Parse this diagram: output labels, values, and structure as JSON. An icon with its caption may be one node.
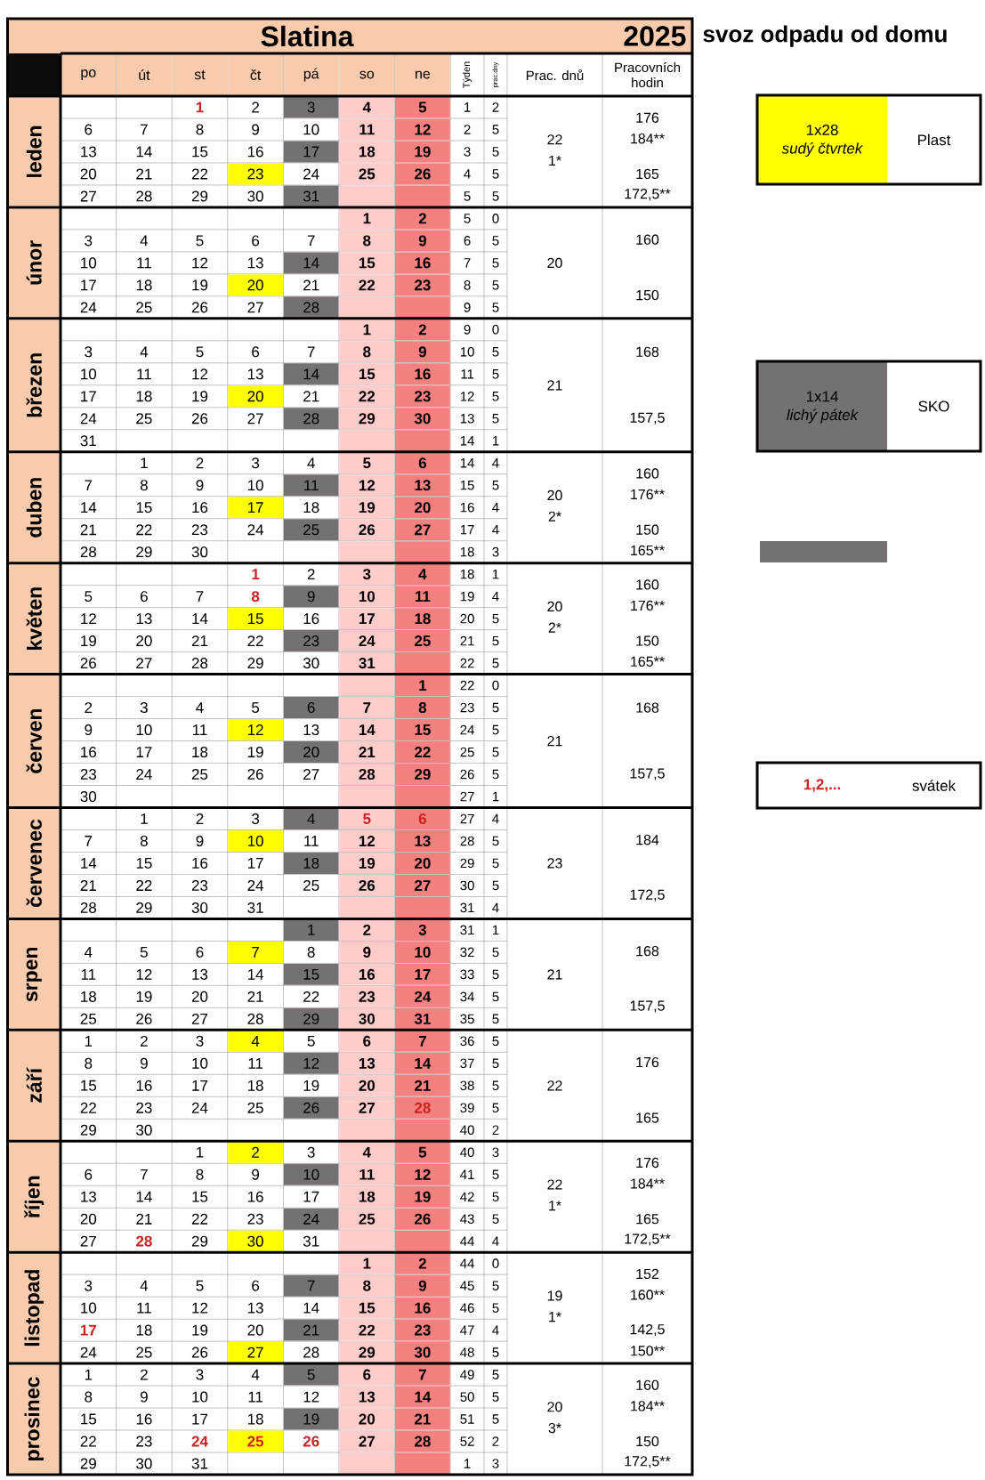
{
  "diagram": {
    "title": "Slatina",
    "labels": [
      "2025",
      "svoz odpadu od domu",
      "po",
      "út",
      "st",
      "čt",
      "pá",
      "so",
      "ne",
      "Týden",
      "prac.dny",
      "Prac. dnů",
      "Pracovních hodin",
      "leden",
      "1",
      "2",
      "3",
      "4",
      "5",
      "1",
      "2",
      "6",
      "7",
      "8",
      "9",
      "10",
      "11",
      "12",
      "2",
      "5",
      "13",
      "14",
      "15",
      "16",
      "17",
      "18",
      "19",
      "3",
      "5",
      "20",
      "21",
      "22",
      "23",
      "24",
      "25",
      "26",
      "4",
      "5",
      "27",
      "28",
      "29",
      "30",
      "31",
      "5",
      "5",
      "22",
      "1*",
      "176",
      "184**",
      "165",
      "172,5**",
      "únor",
      "1",
      "2",
      "5",
      "0",
      "3",
      "4",
      "5",
      "6",
      "7",
      "8",
      "9",
      "6",
      "5",
      "10",
      "11",
      "12",
      "13",
      "14",
      "15",
      "16",
      "7",
      "5",
      "17",
      "18",
      "19",
      "20",
      "21",
      "22",
      "23",
      "8",
      "5",
      "24",
      "25",
      "26",
      "27",
      "28",
      "9",
      "5",
      "20",
      "160",
      "150",
      "březen",
      "1",
      "2",
      "9",
      "0",
      "3",
      "4",
      "5",
      "6",
      "7",
      "8",
      "9",
      "10",
      "5",
      "10",
      "11",
      "12",
      "13",
      "14",
      "15",
      "16",
      "11",
      "5",
      "17",
      "18",
      "19",
      "20",
      "21",
      "22",
      "23",
      "12",
      "5",
      "24",
      "25",
      "26",
      "27",
      "28",
      "29",
      "30",
      "13",
      "5",
      "31",
      "14",
      "1",
      "21",
      "168",
      "157,5",
      "duben",
      "1",
      "2",
      "3",
      "4",
      "5",
      "6",
      "14",
      "4",
      "7",
      "8",
      "9",
      "10",
      "11",
      "12",
      "13",
      "15",
      "5",
      "14",
      "15",
      "16",
      "17",
      "18",
      "19",
      "20",
      "16",
      "4",
      "21",
      "22",
      "23",
      "24",
      "25",
      "26",
      "27",
      "17",
      "4",
      "28",
      "29",
      "30",
      "18",
      "3",
      "20",
      "2*",
      "160",
      "176**",
      "150",
      "165**",
      "květen",
      "1",
      "2",
      "3",
      "4",
      "18",
      "1",
      "5",
      "6",
      "7",
      "8",
      "9",
      "10",
      "11",
      "19",
      "4",
      "12",
      "13",
      "14",
      "15",
      "16",
      "17",
      "18",
      "20",
      "5",
      "19",
      "20",
      "21",
      "22",
      "23",
      "24",
      "25",
      "21",
      "5",
      "26",
      "27",
      "28",
      "29",
      "30",
      "31",
      "22",
      "5",
      "20",
      "2*",
      "160",
      "176**",
      "150",
      "165**",
      "červen",
      "1",
      "22",
      "0",
      "2",
      "3",
      "4",
      "5",
      "6",
      "7",
      "8",
      "23",
      "5",
      "9",
      "10",
      "11",
      "12",
      "13",
      "14",
      "15",
      "24",
      "5",
      "16",
      "17",
      "18",
      "19",
      "20",
      "21",
      "22",
      "25",
      "5",
      "23",
      "24",
      "25",
      "26",
      "27",
      "28",
      "29",
      "26",
      "5",
      "30",
      "27",
      "1",
      "21",
      "168",
      "157,5",
      "červenec",
      "1",
      "2",
      "3",
      "4",
      "5",
      "6",
      "27",
      "4",
      "7",
      "8",
      "9",
      "10",
      "11",
      "12",
      "13",
      "28",
      "5",
      "14",
      "15",
      "16",
      "17",
      "18",
      "19",
      "20",
      "29",
      "5",
      "21",
      "22",
      "23",
      "24",
      "25",
      "26",
      "27",
      "30",
      "5",
      "28",
      "29",
      "30",
      "31",
      "31",
      "4",
      "23",
      "184",
      "172,5",
      "srpen",
      "1",
      "2",
      "3",
      "31",
      "1",
      "4",
      "5",
      "6",
      "7",
      "8",
      "9",
      "10",
      "32",
      "5",
      "11",
      "12",
      "13",
      "14",
      "15",
      "16",
      "17",
      "33",
      "5",
      "18",
      "19",
      "20",
      "21",
      "22",
      "23",
      "24",
      "34",
      "5",
      "25",
      "26",
      "27",
      "28",
      "29",
      "30",
      "31",
      "35",
      "5",
      "21",
      "168",
      "157,5",
      "září",
      "1",
      "2",
      "3",
      "4",
      "5",
      "6",
      "7",
      "36",
      "5",
      "8",
      "9",
      "10",
      "11",
      "12",
      "13",
      "14",
      "37",
      "5",
      "15",
      "16",
      "17",
      "18",
      "19",
      "20",
      "21",
      "38",
      "5",
      "22",
      "23",
      "24",
      "25",
      "26",
      "27",
      "28",
      "39",
      "5",
      "29",
      "30",
      "40",
      "2",
      "22",
      "176",
      "165",
      "říjen",
      "1",
      "2",
      "3",
      "4",
      "5",
      "40",
      "3",
      "6",
      "7",
      "8",
      "9",
      "10",
      "11",
      "12",
      "41",
      "5",
      "13",
      "14",
      "15",
      "16",
      "17",
      "18",
      "19",
      "42",
      "5",
      "20",
      "21",
      "22",
      "23",
      "24",
      "25",
      "26",
      "43",
      "5",
      "27",
      "28",
      "29",
      "30",
      "31",
      "44",
      "4",
      "22",
      "1*",
      "176",
      "184**",
      "165",
      "172,5**",
      "listopad",
      "1",
      "2",
      "44",
      "0",
      "3",
      "4",
      "5",
      "6",
      "7",
      "8",
      "9",
      "45",
      "5",
      "10",
      "11",
      "12",
      "13",
      "14",
      "15",
      "16",
      "46",
      "5",
      "17",
      "18",
      "19",
      "20",
      "21",
      "22",
      "23",
      "47",
      "4",
      "24",
      "25",
      "26",
      "27",
      "28",
      "29",
      "30",
      "48",
      "5",
      "19",
      "1*",
      "152",
      "160**",
      "142,5",
      "150**",
      "prosinec",
      "1",
      "2",
      "3",
      "4",
      "5",
      "6",
      "7",
      "49",
      "5",
      "8",
      "9",
      "10",
      "11",
      "12",
      "13",
      "14",
      "50",
      "5",
      "15",
      "16",
      "17",
      "18",
      "19",
      "20",
      "21",
      "51",
      "5",
      "22",
      "23",
      "24",
      "25",
      "26",
      "27",
      "28",
      "52",
      "2",
      "29",
      "30",
      "31",
      "1",
      "3",
      "20",
      "3*",
      "160",
      "184**",
      "150",
      "172,5**",
      "1x28",
      "sudý čtvrtek",
      "1x14",
      "lichý pátek",
      "1,2,..."
    ],
    "legend": [
      {
        "text": "Plast",
        "color": "#ffff00"
      },
      {
        "text": "SKO",
        "color": "#767171"
      },
      {
        "text": "svátek"
      }
    ]
  }
}
